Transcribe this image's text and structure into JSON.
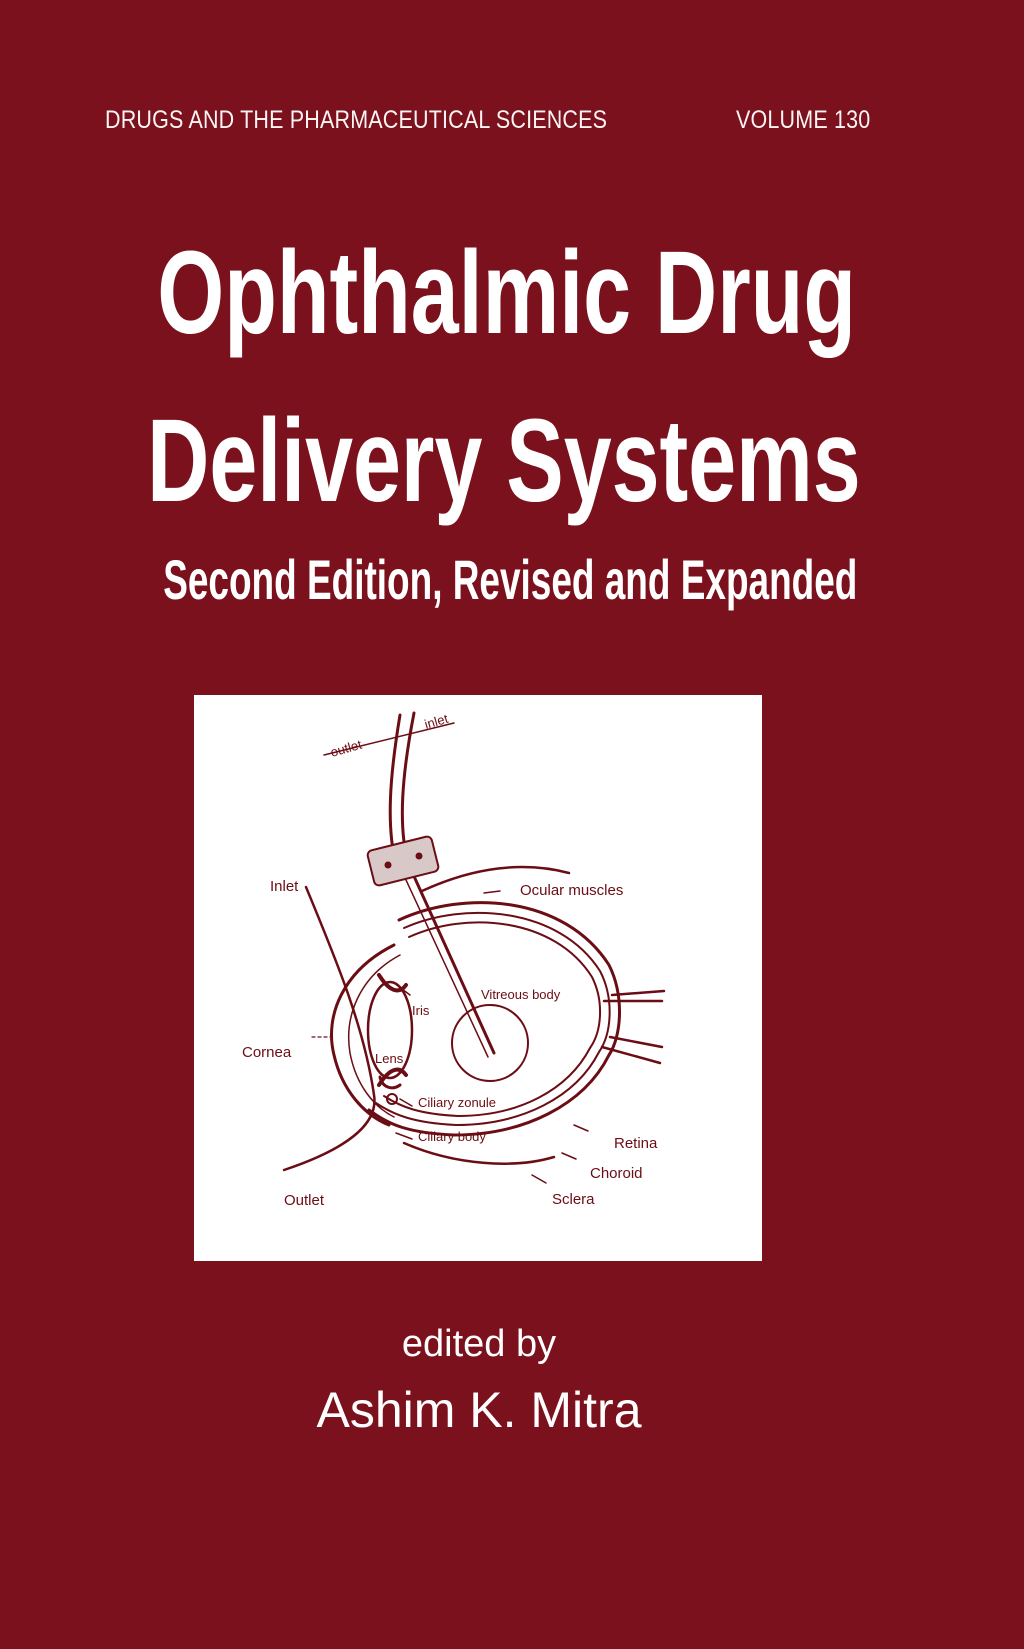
{
  "cover": {
    "background_color": "#7a111d",
    "series_name": "DRUGS AND THE PHARMACEUTICAL SCIENCES",
    "volume": "VOLUME 130",
    "title_line_1": "Ophthalmic Drug",
    "title_line_2": "Delivery Systems",
    "subtitle": "Second Edition, Revised and Expanded",
    "edited_by": "edited by",
    "editor": "Ashim K. Mitra"
  },
  "figure": {
    "line_color": "#6b0d14",
    "labels": {
      "outlet_top": "outlet",
      "inlet_top": "inlet",
      "inlet": "Inlet",
      "ocular_muscles": "Ocular muscles",
      "vitreous_body": "Vitreous body",
      "iris": "Iris",
      "cornea": "Cornea",
      "lens": "Lens",
      "ciliary_zonule": "Ciliary zonule",
      "ciliary_body": "Ciliary body",
      "retina": "Retina",
      "choroid": "Choroid",
      "outlet": "Outlet",
      "sclera": "Sclera"
    }
  }
}
